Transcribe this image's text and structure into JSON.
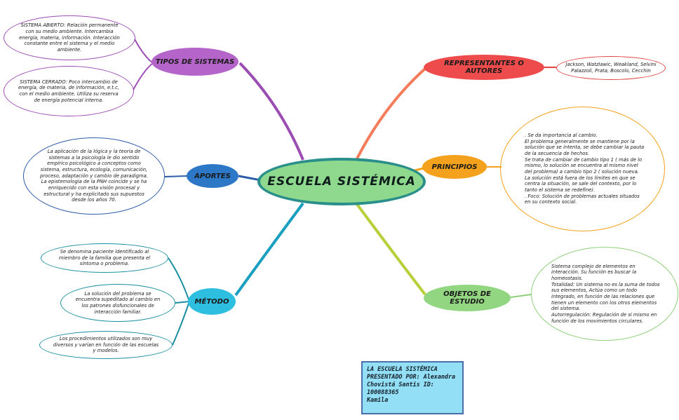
{
  "center": "ESCUELA SISTÉMICA",
  "branches": {
    "tipos": "TIPOS DE SISTEMAS",
    "representantes": "REPRESENTANTES O AUTORES",
    "aportes": "APORTES",
    "principios": "PRINCIPIOS",
    "metodo": "MÉTODO",
    "objetos": "OBJETOS DE ESTUDIO"
  },
  "leaves": {
    "abierto": "SISTEMA ABIERTO: Relación permanente con su medio ambiente. Intercambia energía, materia, información. Interacción constante entre el sistema y el medio ambiente.",
    "cerrado": "SISTEMA CERRADO: Poco intercambio de energía, de materia, de información, e.t.c, con el medio ambiente. Utiliza su reserva de energía potencial interna.",
    "autores": "Jackson, Watzlawic, Weakland, Selvini Palazzoli, Prata, Boscolo, Cecchin",
    "aportes": "La aplicación de la lógica y la teoría de sistemas a la psicología le dio sentido empírico psicológico a conceptos como sistema, estructura, ecología, comunicación, proceso, adaptación y cambio de paradigma. La epistemología de la PNH coincide y se ha enriquecido con esta visión procesal y estructural y ha explicitado sus supuestos desde los años 70.",
    "principios": [
      ". Se da importancia al cambio.",
      "El problema generalmente se mantiene por la solución que se intenta, se debe cambiar la pauta de la secuencia de hechos.",
      "Se trata de cambiar de cambio tipo 1 ( más de lo mismo, lo solución se encuentra al mismo nivel del problema) a cambio tipo 2 ( solución nueva. La solución está fuera de los límites en que se centra la situación, se sale del contexto, por lo tanto el sistema se redefine).",
      ". Foco: Solución de problemas actuales situados en su contexto social."
    ],
    "metodo_paciente": "Se denomina paciente identificado al miembro de la familia que presenta el síntoma o problema.",
    "metodo_solucion": "La solución del problema se encuentra supeditado al cambio en los patrones disfuncionales de interacción familiar.",
    "metodo_procedimientos": "Los procedimientos utilizados son muy diversos y varían en función de las escuelas y modelos.",
    "objetos": [
      "Sistema complejo de elementos en interacción. Su función es buscar la homeostasis.",
      "Totalidad: Un sistema no es la suma de todos sus elementos, Actúa como un todo integrado, en función de las relaciones que tienen un elemento con los otros elementos del sistema.",
      "Autorregulación: Regulación de sí mismo en función de los movimientos circulares."
    ]
  },
  "credits": [
    "LA ESCUELA SISTÉMICA",
    "PRESENTADO POR: Alexandra",
    "Chovistá Santis ID:",
    "100088365",
    "Kamila"
  ],
  "colors": {
    "purple": "#b565c9",
    "red": "#ee4c4c",
    "blue": "#2d77c7",
    "orange": "#f4a11d",
    "teal": "#2ebfe0",
    "green": "#93d681",
    "center_fill": "#8fd98f",
    "center_border": "#2a8f8a",
    "credits_fill": "#93dff5"
  }
}
